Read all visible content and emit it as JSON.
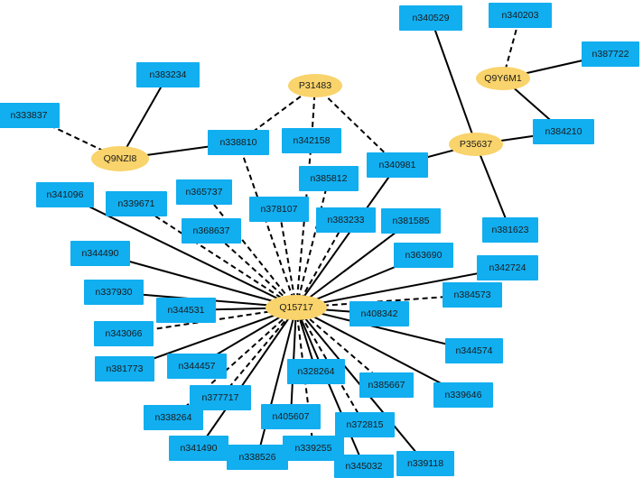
{
  "colors": {
    "box_fill": "#11aef0",
    "ellipse_fill": "#f9d36b",
    "edge": "#000000"
  },
  "nodes": [
    {
      "id": "Q15717",
      "shape": "ellipse"
    },
    {
      "id": "P31483",
      "shape": "ellipse"
    },
    {
      "id": "Q9NZI8",
      "shape": "ellipse"
    },
    {
      "id": "P35637",
      "shape": "ellipse"
    },
    {
      "id": "Q9Y6M1",
      "shape": "ellipse"
    },
    {
      "id": "n340529",
      "shape": "box"
    },
    {
      "id": "n340203",
      "shape": "box"
    },
    {
      "id": "n387722",
      "shape": "box"
    },
    {
      "id": "n384210",
      "shape": "box"
    },
    {
      "id": "n383234",
      "shape": "box"
    },
    {
      "id": "n333837",
      "shape": "box"
    },
    {
      "id": "n338810",
      "shape": "box"
    },
    {
      "id": "n342158",
      "shape": "box"
    },
    {
      "id": "n340981",
      "shape": "box"
    },
    {
      "id": "n385812",
      "shape": "box"
    },
    {
      "id": "n381623",
      "shape": "box"
    },
    {
      "id": "n341096",
      "shape": "box"
    },
    {
      "id": "n339671",
      "shape": "box"
    },
    {
      "id": "n365737",
      "shape": "box"
    },
    {
      "id": "n378107",
      "shape": "box"
    },
    {
      "id": "n383233",
      "shape": "box"
    },
    {
      "id": "n381585",
      "shape": "box"
    },
    {
      "id": "n368637",
      "shape": "box"
    },
    {
      "id": "n344490",
      "shape": "box"
    },
    {
      "id": "n363690",
      "shape": "box"
    },
    {
      "id": "n342724",
      "shape": "box"
    },
    {
      "id": "n337930",
      "shape": "box"
    },
    {
      "id": "n344531",
      "shape": "box"
    },
    {
      "id": "n384573",
      "shape": "box"
    },
    {
      "id": "n408342",
      "shape": "box"
    },
    {
      "id": "n343066",
      "shape": "box"
    },
    {
      "id": "n344574",
      "shape": "box"
    },
    {
      "id": "n381773",
      "shape": "box"
    },
    {
      "id": "n344457",
      "shape": "box"
    },
    {
      "id": "n328264",
      "shape": "box"
    },
    {
      "id": "n385667",
      "shape": "box"
    },
    {
      "id": "n339646",
      "shape": "box"
    },
    {
      "id": "n377717",
      "shape": "box"
    },
    {
      "id": "n338264",
      "shape": "box"
    },
    {
      "id": "n405607",
      "shape": "box"
    },
    {
      "id": "n372815",
      "shape": "box"
    },
    {
      "id": "n341490",
      "shape": "box"
    },
    {
      "id": "n338526",
      "shape": "box"
    },
    {
      "id": "n339255",
      "shape": "box"
    },
    {
      "id": "n345032",
      "shape": "box"
    },
    {
      "id": "n339118",
      "shape": "box"
    }
  ],
  "edges": [
    {
      "from": "Q15717",
      "to": "n341096",
      "style": "solid"
    },
    {
      "from": "Q15717",
      "to": "n339671",
      "style": "dashed"
    },
    {
      "from": "Q15717",
      "to": "n365737",
      "style": "dashed"
    },
    {
      "from": "Q15717",
      "to": "n368637",
      "style": "dashed"
    },
    {
      "from": "Q15717",
      "to": "n338810",
      "style": "dashed"
    },
    {
      "from": "Q15717",
      "to": "n378107",
      "style": "dashed"
    },
    {
      "from": "Q15717",
      "to": "n342158",
      "style": "dashed"
    },
    {
      "from": "Q15717",
      "to": "n385812",
      "style": "dashed"
    },
    {
      "from": "Q15717",
      "to": "n383233",
      "style": "dashed"
    },
    {
      "from": "Q15717",
      "to": "n340981",
      "style": "solid"
    },
    {
      "from": "Q15717",
      "to": "n381585",
      "style": "solid"
    },
    {
      "from": "Q15717",
      "to": "n363690",
      "style": "solid"
    },
    {
      "from": "Q15717",
      "to": "n342724",
      "style": "solid"
    },
    {
      "from": "Q15717",
      "to": "n384573",
      "style": "dashed"
    },
    {
      "from": "Q15717",
      "to": "n408342",
      "style": "solid"
    },
    {
      "from": "Q15717",
      "to": "n344574",
      "style": "solid"
    },
    {
      "from": "Q15717",
      "to": "n339646",
      "style": "solid"
    },
    {
      "from": "Q15717",
      "to": "n385667",
      "style": "dashed"
    },
    {
      "from": "Q15717",
      "to": "n339118",
      "style": "solid"
    },
    {
      "from": "Q15717",
      "to": "n372815",
      "style": "dashed"
    },
    {
      "from": "Q15717",
      "to": "n345032",
      "style": "solid"
    },
    {
      "from": "Q15717",
      "to": "n339255",
      "style": "dashed"
    },
    {
      "from": "Q15717",
      "to": "n328264",
      "style": "solid"
    },
    {
      "from": "Q15717",
      "to": "n405607",
      "style": "solid"
    },
    {
      "from": "Q15717",
      "to": "n338526",
      "style": "solid"
    },
    {
      "from": "Q15717",
      "to": "n341490",
      "style": "solid"
    },
    {
      "from": "Q15717",
      "to": "n377717",
      "style": "dashed"
    },
    {
      "from": "Q15717",
      "to": "n338264",
      "style": "dashed"
    },
    {
      "from": "Q15717",
      "to": "n344457",
      "style": "solid"
    },
    {
      "from": "Q15717",
      "to": "n381773",
      "style": "solid"
    },
    {
      "from": "Q15717",
      "to": "n343066",
      "style": "dashed"
    },
    {
      "from": "Q15717",
      "to": "n344531",
      "style": "solid"
    },
    {
      "from": "Q15717",
      "to": "n337930",
      "style": "solid"
    },
    {
      "from": "Q15717",
      "to": "n344490",
      "style": "solid"
    },
    {
      "from": "P31483",
      "to": "n338810",
      "style": "dashed"
    },
    {
      "from": "P31483",
      "to": "n342158",
      "style": "dashed"
    },
    {
      "from": "P31483",
      "to": "n340981",
      "style": "dashed"
    },
    {
      "from": "Q9NZI8",
      "to": "n383234",
      "style": "solid"
    },
    {
      "from": "Q9NZI8",
      "to": "n333837",
      "style": "dashed"
    },
    {
      "from": "Q9NZI8",
      "to": "n338810",
      "style": "solid"
    },
    {
      "from": "P35637",
      "to": "n340529",
      "style": "solid"
    },
    {
      "from": "P35637",
      "to": "n340981",
      "style": "solid"
    },
    {
      "from": "P35637",
      "to": "n384210",
      "style": "solid"
    },
    {
      "from": "P35637",
      "to": "n381623",
      "style": "solid"
    },
    {
      "from": "Q9Y6M1",
      "to": "n340203",
      "style": "dashed"
    },
    {
      "from": "Q9Y6M1",
      "to": "n387722",
      "style": "solid"
    },
    {
      "from": "Q9Y6M1",
      "to": "n384210",
      "style": "solid"
    }
  ]
}
